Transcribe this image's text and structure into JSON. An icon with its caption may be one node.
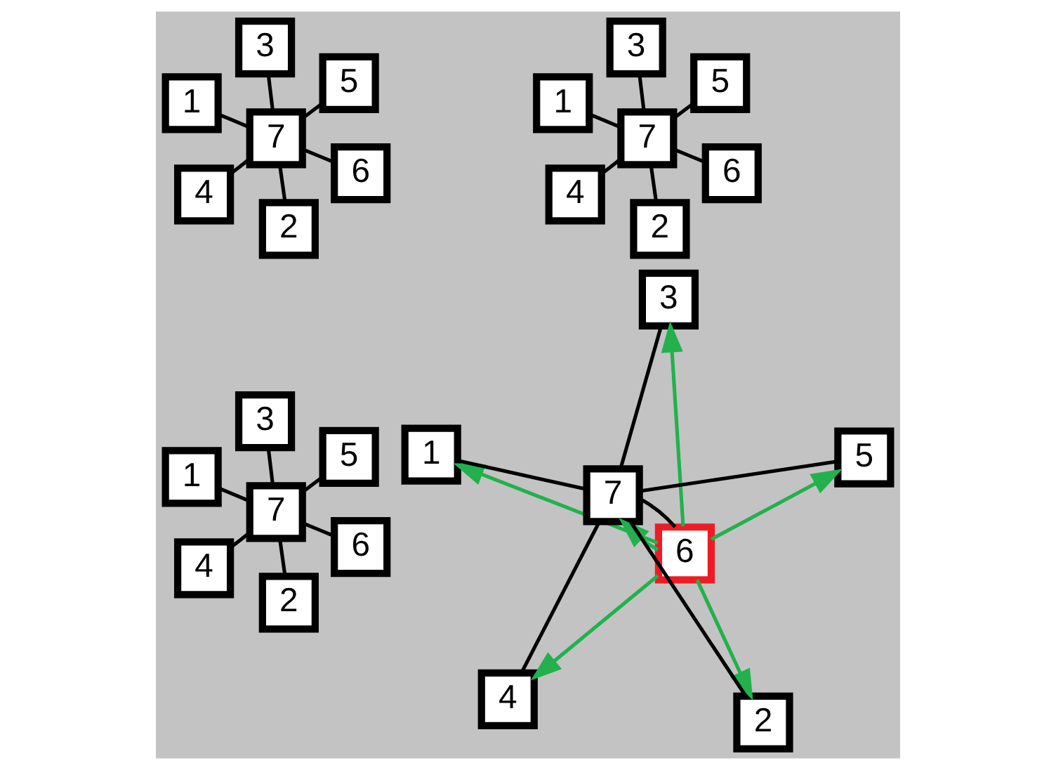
{
  "diagram": {
    "nodes": [
      {
        "text": [
          "1"
        ]
      },
      {
        "text": [
          "6"
        ]
      },
      {
        "text": [
          "2"
        ]
      },
      {
        "text": [
          "7"
        ]
      },
      {
        "text": [
          "5"
        ]
      },
      {
        "text": [
          "3"
        ]
      },
      {
        "text": [
          "4"
        ]
      },
      {
        "text": [
          "1"
        ]
      },
      {
        "text": [
          "6"
        ]
      },
      {
        "text": [
          "2"
        ]
      },
      {
        "text": [
          "7"
        ]
      },
      {
        "text": [
          "5"
        ]
      },
      {
        "text": [
          "3"
        ]
      },
      {
        "text": [
          "4"
        ]
      },
      {
        "text": [
          "1"
        ]
      },
      {
        "text": [
          "6"
        ]
      },
      {
        "text": [
          "2"
        ]
      },
      {
        "text": [
          "7"
        ]
      },
      {
        "text": [
          "5"
        ]
      },
      {
        "text": [
          "3"
        ]
      },
      {
        "text": [
          "4"
        ]
      },
      {
        "text": [
          "1"
        ]
      },
      {
        "text": [
          "6"
        ]
      },
      {
        "text": [
          "2"
        ]
      },
      {
        "text": [
          "7"
        ]
      },
      {
        "text": [
          "5"
        ]
      },
      {
        "text": [
          "3"
        ]
      },
      {
        "text": [
          "4"
        ]
      }
    ],
    "edges": [
      {
        "from": 3,
        "to": 0,
        "arrow": "none"
      },
      {
        "from": 3,
        "to": 1,
        "arrow": "none"
      },
      {
        "from": 3,
        "to": 2,
        "arrow": "none"
      },
      {
        "from": 3,
        "to": 4,
        "arrow": "none"
      },
      {
        "from": 3,
        "to": 5,
        "arrow": "none"
      },
      {
        "from": 3,
        "to": 6,
        "arrow": "none"
      },
      {
        "from": 10,
        "to": 7,
        "arrow": "none"
      },
      {
        "from": 10,
        "to": 8,
        "arrow": "none"
      },
      {
        "from": 10,
        "to": 9,
        "arrow": "none"
      },
      {
        "from": 10,
        "to": 11,
        "arrow": "none"
      },
      {
        "from": 10,
        "to": 12,
        "arrow": "none"
      },
      {
        "from": 10,
        "to": 13,
        "arrow": "none"
      },
      {
        "from": 17,
        "to": 14,
        "arrow": "none"
      },
      {
        "from": 17,
        "to": 15,
        "arrow": "none"
      },
      {
        "from": 17,
        "to": 16,
        "arrow": "none"
      },
      {
        "from": 17,
        "to": 18,
        "arrow": "none"
      },
      {
        "from": 17,
        "to": 19,
        "arrow": "none"
      },
      {
        "from": 17,
        "to": 20,
        "arrow": "none"
      },
      {
        "from": 24,
        "to": 21,
        "arrow": "none"
      },
      {
        "from": 24,
        "to": 22,
        "arrow": "none"
      },
      {
        "from": 24,
        "to": 23,
        "arrow": "none"
      },
      {
        "from": 24,
        "to": 25,
        "arrow": "none"
      },
      {
        "from": 24,
        "to": 26,
        "arrow": "none"
      },
      {
        "from": 24,
        "to": 27,
        "arrow": "none"
      },
      {
        "from": 22,
        "to": 21,
        "arrow": "to",
        "color": "#22b14c"
      },
      {
        "from": 22,
        "to": 23,
        "arrow": "to",
        "color": "#22b14c"
      },
      {
        "from": 22,
        "to": 24,
        "arrow": "to",
        "color": "#22b14c"
      },
      {
        "from": 22,
        "to": 26,
        "arrow": "to",
        "color": "#22b14c"
      },
      {
        "from": 22,
        "to": 27,
        "arrow": "to",
        "color": "#22b14c"
      },
      {
        "from": 22,
        "to": 25,
        "arrow": "to",
        "color": "#22b14c"
      }
    ]
  }
}
